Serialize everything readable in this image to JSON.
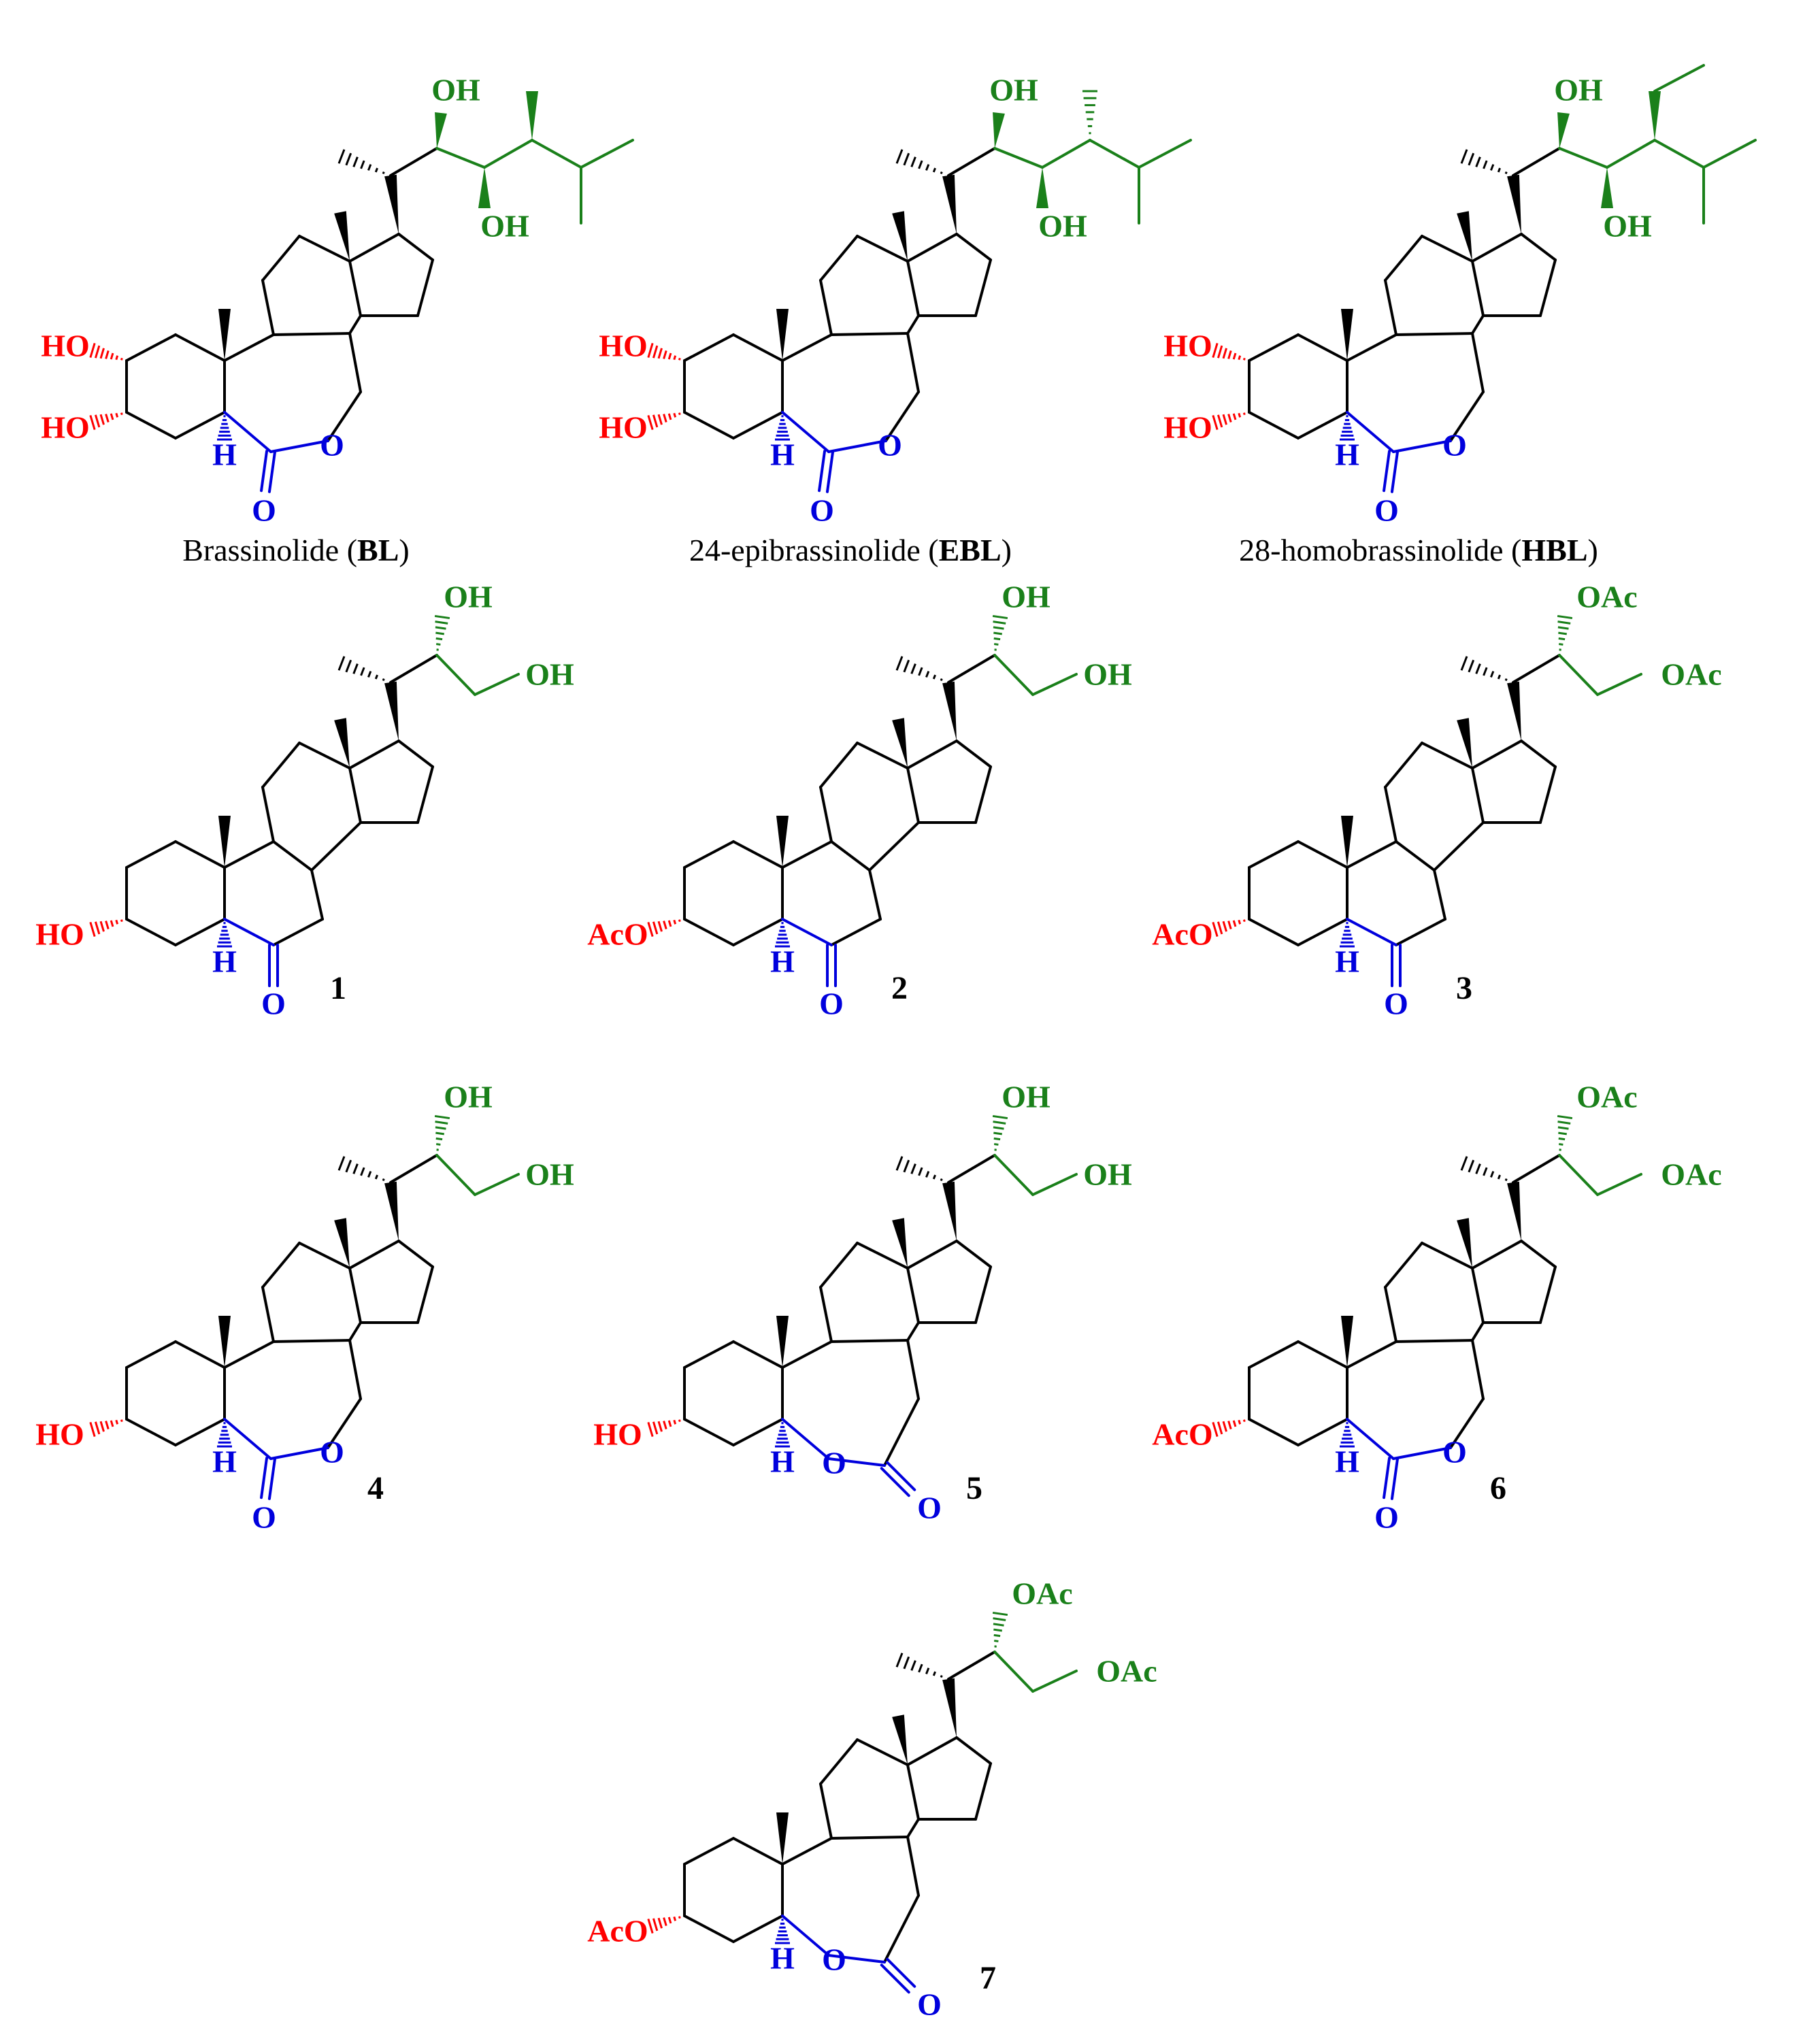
{
  "colors": {
    "skeleton": "#000000",
    "ringA_substituents": "#ff0000",
    "ringB_functional": "#0000dd",
    "side_chain": "#1a801a"
  },
  "labels": {
    "HO": "HO",
    "AcO": "AcO",
    "OH": "OH",
    "OAc": "OAc",
    "H": "H",
    "O": "O"
  },
  "compounds": [
    {
      "id": "BL",
      "caption_pre": "Brassinolide (",
      "caption_bold": "BL",
      "caption_post": ")"
    },
    {
      "id": "EBL",
      "caption_pre": "24-epibrassinolide (",
      "caption_bold": "EBL",
      "caption_post": ")"
    },
    {
      "id": "HBL",
      "caption_pre": "28-homobrassinolide (",
      "caption_bold": "HBL",
      "caption_post": ")"
    },
    {
      "id": "1",
      "number": "1"
    },
    {
      "id": "2",
      "number": "2"
    },
    {
      "id": "3",
      "number": "3"
    },
    {
      "id": "4",
      "number": "4"
    },
    {
      "id": "5",
      "number": "5"
    },
    {
      "id": "6",
      "number": "6"
    },
    {
      "id": "7",
      "number": "7"
    }
  ]
}
